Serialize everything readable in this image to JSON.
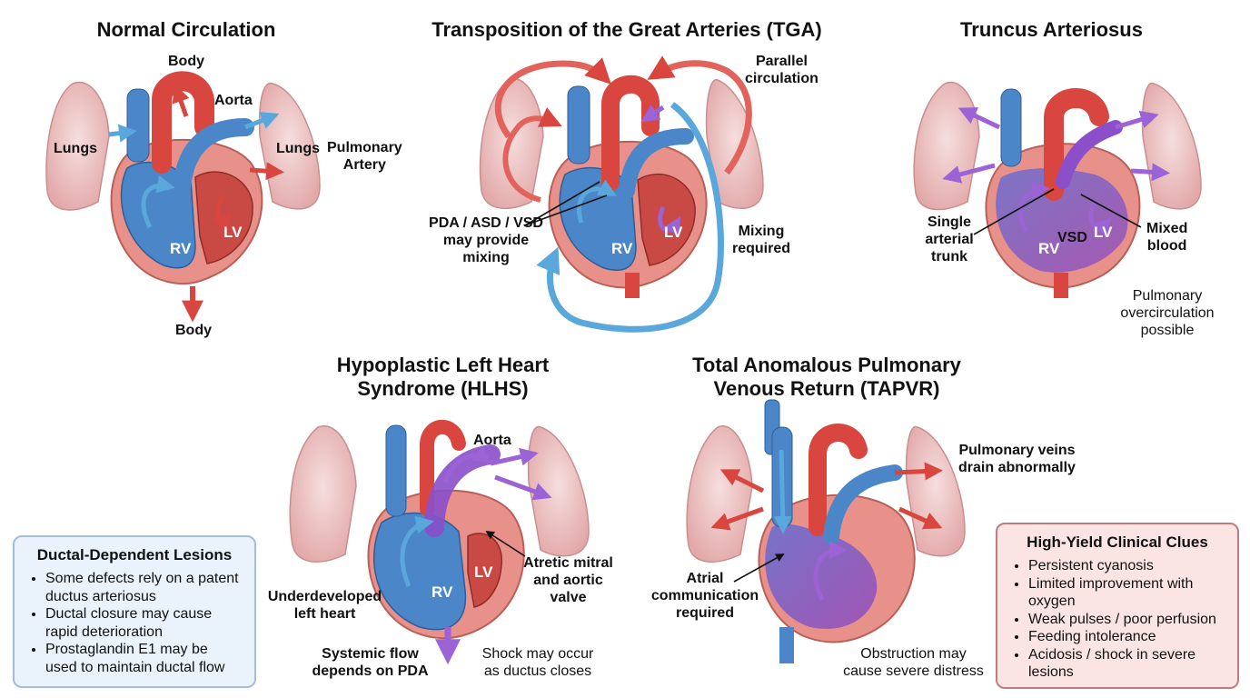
{
  "panels": {
    "normal": {
      "title": "Normal Circulation",
      "labels": {
        "body_top": "Body",
        "aorta": "Aorta",
        "lungs_left": "Lungs",
        "lungs_right": "Lungs",
        "pulmonary_artery": "Pulmonary\nArtery",
        "rv": "RV",
        "lv": "LV",
        "body_bottom": "Body"
      }
    },
    "tga": {
      "title": "Transposition of the Great Arteries (TGA)",
      "labels": {
        "parallel": "Parallel\ncirculation",
        "pda": "PDA / ASD / VSD\nmay provide\nmixing",
        "mixing": "Mixing\nrequired",
        "rv": "RV",
        "lv": "LV"
      }
    },
    "truncus": {
      "title": "Truncus Arteriosus",
      "labels": {
        "single": "Single\narterial\ntrunk",
        "vsd": "VSD",
        "mixed": "Mixed\nblood",
        "rv": "RV",
        "lv": "LV",
        "overcirc": "Pulmonary\novercirculation\npossible"
      }
    },
    "hlhs": {
      "title": "Hypoplastic Left Heart\nSyndrome (HLHS)",
      "labels": {
        "aorta": "Aorta",
        "atretic": "Atretic mitral\nand aortic\nvalve",
        "underdeveloped": "Underdeveloped\nleft heart",
        "systemic": "Systemic flow\ndepends on PDA",
        "shock": "Shock may occur\nas ductus closes",
        "rv": "RV",
        "lv": "LV"
      }
    },
    "tapvr": {
      "title": "Total Anomalous Pulmonary\nVenous Return (TAPVR)",
      "labels": {
        "veins": "Pulmonary veins\ndrain abnormally",
        "atrial": "Atrial\ncommunication\nrequired",
        "obstruction": "Obstruction may\ncause severe distress"
      }
    }
  },
  "ductal_box": {
    "title": "Ductal-Dependent Lesions",
    "items": [
      "Some defects rely on a patent ductus arteriosus",
      "Ductal closure may cause rapid deterioration",
      "Prostaglandin E1 may be used to maintain ductal flow"
    ]
  },
  "clues_box": {
    "title": "High-Yield Clinical Clues",
    "items": [
      "Persistent cyanosis",
      "Limited improvement with oxygen",
      "Weak pulses / poor perfusion",
      "Feeding intolerance",
      "Acidosis / shock in severe lesions"
    ]
  },
  "colors": {
    "oxygenated": "#d9463f",
    "deoxygenated": "#3f7fc4",
    "mixed": "#8a4fc9",
    "lung": "#eec3c3",
    "ductal_bg": "#eaf3fb",
    "clues_bg": "#fbe4e4"
  }
}
